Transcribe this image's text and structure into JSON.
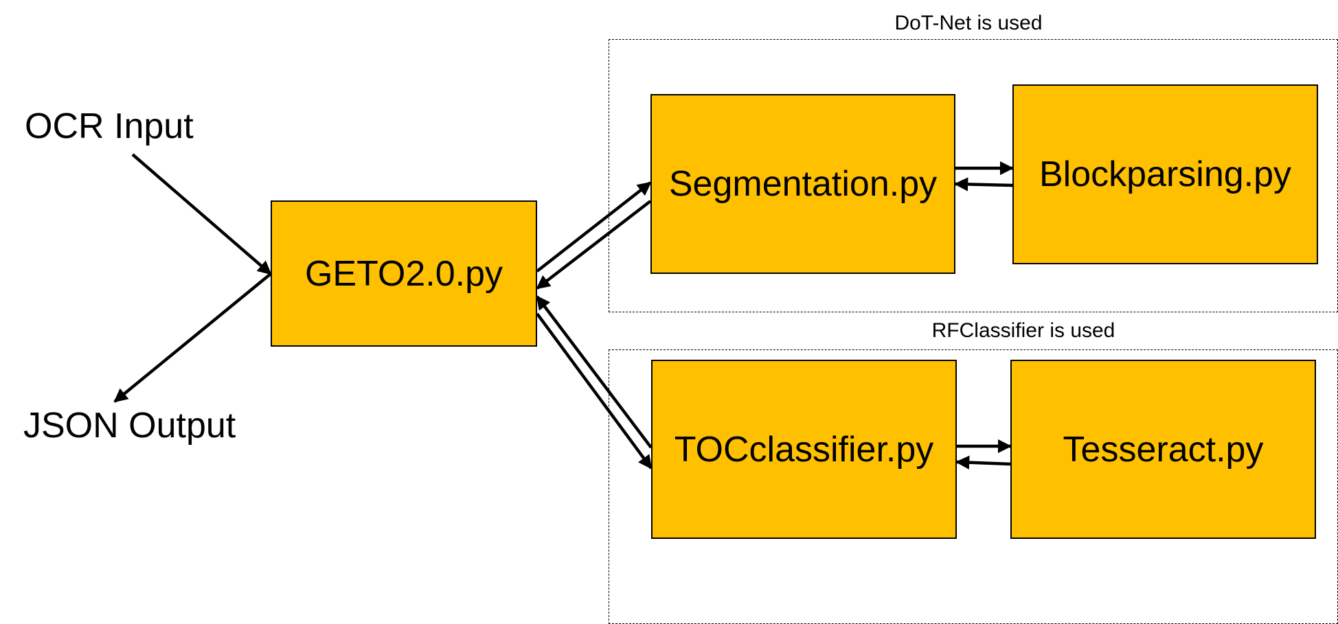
{
  "colors": {
    "node_fill": "#FFC000",
    "stroke": "#000000"
  },
  "labels": {
    "ocr_input": "OCR Input",
    "json_output": "JSON Output"
  },
  "groups": {
    "dotnet": "DoT-Net is used",
    "rfclassifier": "RFClassifier is used"
  },
  "nodes": {
    "geto": "GETO2.0.py",
    "segmentation": "Segmentation.py",
    "blockparsing": "Blockparsing.py",
    "tocclassifier": "TOCclassifier.py",
    "tesseract": "Tesseract.py"
  }
}
